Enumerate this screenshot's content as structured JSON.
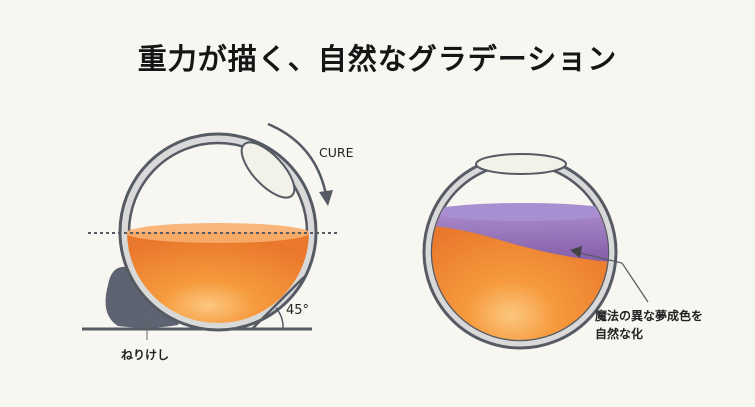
{
  "title": "重力が描く、自然なグラデーション",
  "left_diagram": {
    "rotation_label": "CURE",
    "angle_label": "45°",
    "support_label": "ねりけし",
    "colors": {
      "resin_top": "#f7a25a",
      "resin_body": "#f08a2e",
      "shell": "#d6d6d6",
      "outline": "#555a63",
      "putty": "#5d6370"
    }
  },
  "right_diagram": {
    "annotation_line1": "魔法の異な夢成色を",
    "annotation_line2": "自然な化",
    "colors": {
      "purple_layer": "#8a68b8",
      "orange_layer": "#f08a2e"
    }
  }
}
